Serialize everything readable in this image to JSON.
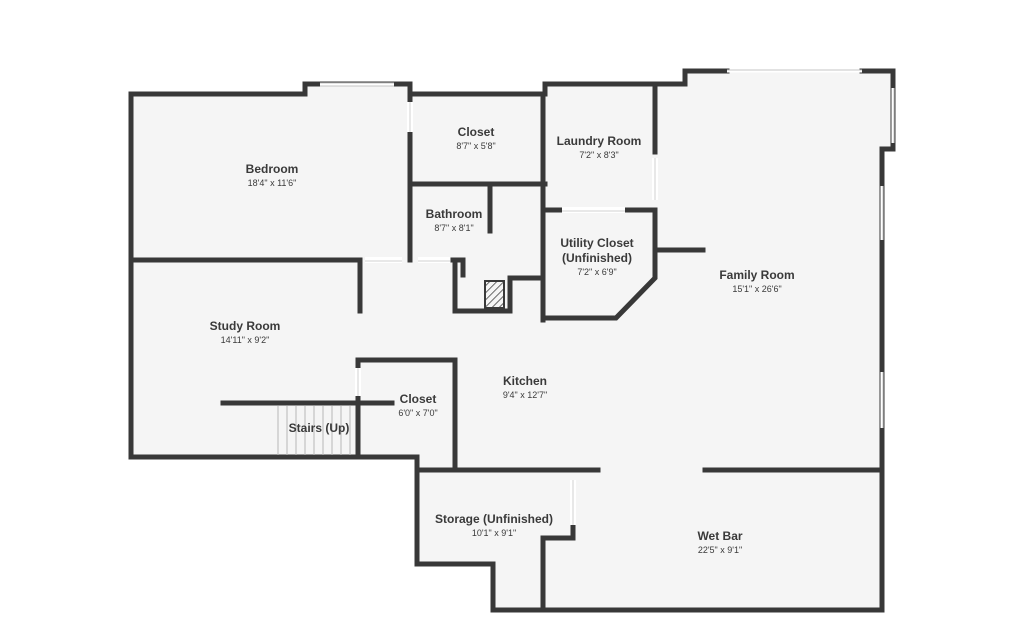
{
  "rooms": [
    {
      "id": "bedroom",
      "name": "Bedroom",
      "dims": "18'4\" x 11'6\""
    },
    {
      "id": "closet-top",
      "name": "Closet",
      "dims": "8'7\" x 5'8\""
    },
    {
      "id": "laundry",
      "name": "Laundry Room",
      "dims": "7'2\" x 8'3\""
    },
    {
      "id": "bathroom",
      "name": "Bathroom",
      "dims": "8'7\" x 8'1\""
    },
    {
      "id": "utility",
      "name_line1": "Utility Closet",
      "name_line2": "(Unfinished)",
      "dims": "7'2\" x 6'9\""
    },
    {
      "id": "family",
      "name": "Family Room",
      "dims": "15'1\" x 26'6\""
    },
    {
      "id": "study",
      "name": "Study Room",
      "dims": "14'11\" x 9'2\""
    },
    {
      "id": "kitchen",
      "name": "Kitchen",
      "dims": "9'4\" x 12'7\""
    },
    {
      "id": "closet-small",
      "name": "Closet",
      "dims": "6'0\" x 7'0\""
    },
    {
      "id": "stairs",
      "name": "Stairs (Up)"
    },
    {
      "id": "storage",
      "name": "Storage (Unfinished)",
      "dims": "10'1\" x 9'1\""
    },
    {
      "id": "wetbar",
      "name": "Wet Bar",
      "dims": "22'5\" x 9'1\""
    }
  ],
  "colors": {
    "wall": "#383838",
    "floor": "#f5f5f5",
    "label": "#3a3a3a",
    "background": "#ffffff"
  }
}
